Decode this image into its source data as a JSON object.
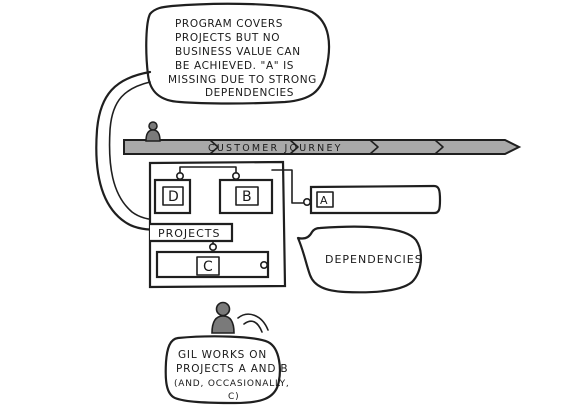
{
  "top_bubble": {
    "lines": [
      "PROGRAM COVERS",
      "PROJECTS BUT NO",
      "BUSINESS VALUE CAN",
      "BE ACHIEVED. \"A\" IS",
      "MISSING DUE TO STRONG",
      "DEPENDENCIES"
    ]
  },
  "journey": {
    "label": "CUSTOMER JOURNEY"
  },
  "projects": {
    "label": "PROJECTS",
    "d": "D",
    "b": "B",
    "c": "C",
    "a": "A"
  },
  "dependencies_bubble": {
    "label": "DEPENDENCIES"
  },
  "bottom_bubble": {
    "lines": [
      "GIL WORKS ON",
      "PROJECTS A AND B",
      "(AND, OCCASIONALLY,",
      "C)"
    ]
  },
  "colors": {
    "journey_fill": "#a9a9a9",
    "person_fill": "#7a7a7a",
    "ink": "#1f1f1f"
  }
}
